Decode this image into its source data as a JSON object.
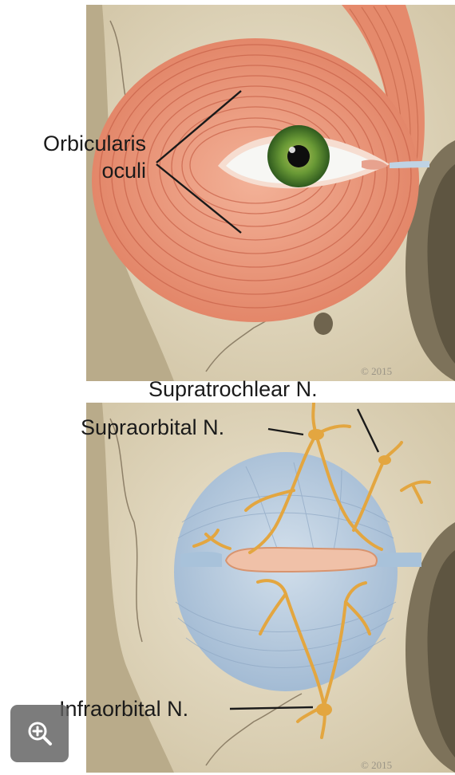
{
  "labels": {
    "orbicularis_line1": "Orbicularis",
    "orbicularis_line2": "oculi",
    "supratrochlear": "Supratrochlear N.",
    "supraorbital": "Supraorbital N.",
    "infraorbital": "Infraorbital N."
  },
  "copyright": {
    "top": "© 2015",
    "bottom": "© 2015"
  },
  "icons": {
    "zoom": "zoom-in-icon"
  },
  "colors": {
    "bone": "#e6dcc4",
    "muscle": "#ec9a7c",
    "septum": "#b3c8de",
    "nerve": "#e3a640",
    "iris": "#5a8a32"
  }
}
